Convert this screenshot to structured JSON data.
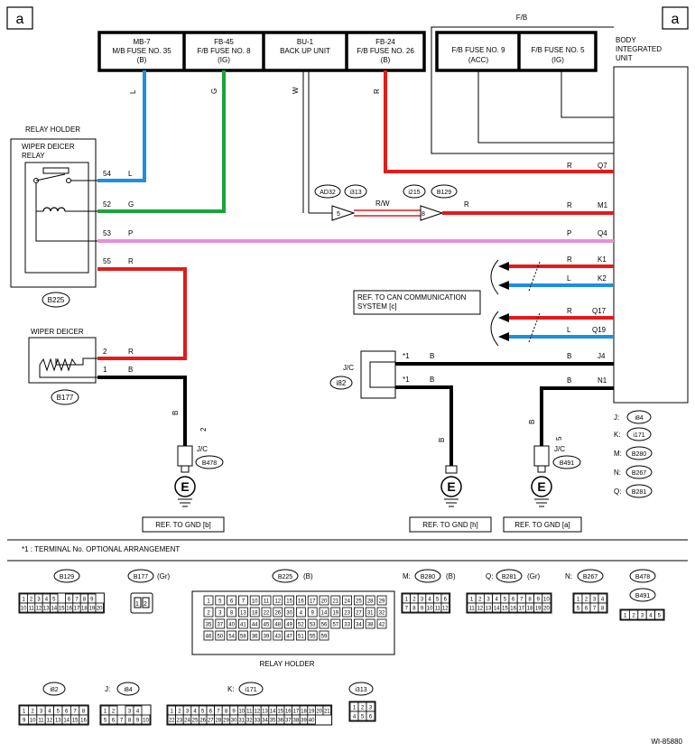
{
  "corner_marker": "a",
  "fuses": [
    {
      "line1": "MB-7",
      "line2": "M/B FUSE NO. 35",
      "line3": "(B)"
    },
    {
      "line1": "FB-45",
      "line2": "F/B FUSE NO. 8",
      "line3": "(IG)"
    },
    {
      "line1": "BU-1",
      "line2": "BACK UP UNIT",
      "line3": ""
    },
    {
      "line1": "FB-24",
      "line2": "F/B FUSE NO. 26",
      "line3": "(B)"
    }
  ],
  "fb_box": {
    "title": "F/B",
    "fuse9": {
      "line1": "F/B FUSE NO. 9",
      "line2": "(ACC)"
    },
    "fuse5": {
      "line1": "F/B FUSE NO. 5",
      "line2": "(IG)"
    }
  },
  "biu": {
    "line1": "BODY",
    "line2": "INTEGRATED",
    "line3": "UNIT"
  },
  "wire_colors": {
    "top_L": "L",
    "top_G": "G",
    "top_W": "W",
    "top_R": "R"
  },
  "relay": {
    "holder_label": "RELAY HOLDER",
    "title1": "WIPER DEICER",
    "title2": "RELAY",
    "connector": "B225",
    "pins": [
      {
        "pin": "54",
        "color": "L"
      },
      {
        "pin": "52",
        "color": "G"
      },
      {
        "pin": "53",
        "color": "P"
      },
      {
        "pin": "55",
        "color": "R"
      }
    ]
  },
  "biu_wires": [
    {
      "color": "R",
      "terminal": "Q7"
    },
    {
      "color": "R",
      "terminal": "M1"
    },
    {
      "color": "P",
      "terminal": "Q4"
    },
    {
      "color": "R",
      "terminal": "K1"
    },
    {
      "color": "L",
      "terminal": "K2"
    },
    {
      "color": "R",
      "terminal": "Q17"
    },
    {
      "color": "L",
      "terminal": "Q19"
    },
    {
      "color": "B",
      "terminal": "J4"
    },
    {
      "color": "B",
      "terminal": "N1"
    }
  ],
  "inline_connectors": [
    {
      "left": "AD32",
      "right": "i313",
      "pin": "5"
    },
    {
      "left": "i215",
      "right": "B129",
      "pin": "8"
    }
  ],
  "rw_label": "R/W",
  "r_label": "R",
  "can_note": {
    "line1": "REF. TO CAN COMMUNICATION",
    "line2": "SYSTEM [c]"
  },
  "wiper_deicer": {
    "title": "WIPER DEICER",
    "connector": "B177",
    "pins": [
      {
        "pin": "2",
        "color": "R"
      },
      {
        "pin": "1",
        "color": "B"
      }
    ]
  },
  "jc_i82": {
    "label": "J/C",
    "id": "i82",
    "star": "*1",
    "wires": [
      {
        "color": "B"
      },
      {
        "color": "B"
      }
    ]
  },
  "grounds": [
    {
      "jc": "J/C",
      "id": "B478",
      "pin": "2",
      "color": "B",
      "ref": "REF. TO GND [b]"
    },
    {
      "jc": "",
      "id": "",
      "pin": "",
      "color": "B",
      "ref": "REF. TO GND [h]"
    },
    {
      "jc": "J/C",
      "id": "B491",
      "pin": "5",
      "color": "B",
      "ref": "REF. TO GND [a]"
    }
  ],
  "ground_symbol": "E",
  "biu_legend": [
    {
      "prefix": "J:",
      "id": "i84"
    },
    {
      "prefix": "K:",
      "id": "i171"
    },
    {
      "prefix": "M:",
      "id": "B280"
    },
    {
      "prefix": "N:",
      "id": "B267"
    },
    {
      "prefix": "Q:",
      "id": "B281"
    }
  ],
  "footnote": "*1  : TERMINAL No. OPTIONAL ARRANGEMENT",
  "connector_views": [
    {
      "prefix": "",
      "id": "B129",
      "suffix": "",
      "rows": [
        [
          "1",
          "2",
          "3",
          "4",
          "5",
          "",
          "6",
          "7",
          "8",
          "9"
        ],
        [
          "10",
          "11",
          "12",
          "13",
          "14",
          "15",
          "16",
          "17",
          "18",
          "19",
          "20"
        ]
      ]
    },
    {
      "prefix": "",
      "id": "B177",
      "suffix": "(Gr)",
      "rows": []
    },
    {
      "prefix": "",
      "id": "B225",
      "suffix": "(B)",
      "rows": []
    },
    {
      "prefix": "M:",
      "id": "B280",
      "suffix": "(B)",
      "rows": [
        [
          "1",
          "2",
          "3",
          "4",
          "5",
          "6"
        ],
        [
          "7",
          "8",
          "9",
          "10",
          "11",
          "12"
        ]
      ]
    },
    {
      "prefix": "Q:",
      "id": "B281",
      "suffix": "(Gr)",
      "rows": [
        [
          "1",
          "2",
          "3",
          "4",
          "5",
          "6",
          "7",
          "8",
          "9",
          "10"
        ],
        [
          "11",
          "12",
          "13",
          "14",
          "15",
          "16",
          "17",
          "18",
          "19",
          "20"
        ]
      ]
    },
    {
      "prefix": "N:",
      "id": "B267",
      "suffix": "",
      "rows": [
        [
          "1",
          "2",
          "3",
          "4"
        ],
        [
          "5",
          "6",
          "7",
          "8"
        ]
      ]
    },
    {
      "prefix": "",
      "id": "B478",
      "suffix": "",
      "rows": []
    },
    {
      "prefix": "",
      "id": "B491",
      "suffix": "",
      "rows": [
        [
          "1",
          "2",
          "3",
          "4",
          "5"
        ]
      ]
    },
    {
      "prefix": "",
      "id": "i82",
      "suffix": "",
      "rows": [
        [
          "1",
          "2",
          "3",
          "4",
          "5",
          "6",
          "7",
          "8"
        ],
        [
          "9",
          "10",
          "11",
          "12",
          "13",
          "14",
          "15",
          "16"
        ]
      ]
    },
    {
      "prefix": "J:",
      "id": "i84",
      "suffix": "",
      "rows": [
        [
          "1",
          "2",
          "",
          "3",
          "4"
        ],
        [
          "5",
          "6",
          "7",
          "8",
          "9",
          "10"
        ]
      ]
    },
    {
      "prefix": "K:",
      "id": "i171",
      "suffix": "",
      "rows": [
        [
          "1",
          "2",
          "3",
          "4",
          "5",
          "6",
          "7",
          "8",
          "9",
          "10",
          "11",
          "12",
          "13",
          "14",
          "15",
          "16",
          "17",
          "18",
          "19",
          "20",
          "21"
        ],
        [
          "22",
          "23",
          "24",
          "25",
          "26",
          "27",
          "28",
          "29",
          "30",
          "31",
          "32",
          "33",
          "34",
          "35",
          "36",
          "37",
          "38",
          "39",
          "40"
        ]
      ]
    },
    {
      "prefix": "",
      "id": "i313",
      "suffix": "",
      "rows": [
        [
          "1",
          "2",
          "3"
        ],
        [
          "4",
          "5",
          "6"
        ]
      ]
    }
  ],
  "b177_pins": [
    "1",
    "2"
  ],
  "b225_pins": [
    "1",
    "5",
    "6",
    "7",
    "10",
    "11",
    "12",
    "15",
    "16",
    "17",
    "20",
    "21",
    "24",
    "25",
    "28",
    "29",
    "2",
    "3",
    "8",
    "13",
    "18",
    "22",
    "26",
    "30",
    "4",
    "9",
    "14",
    "19",
    "23",
    "27",
    "31",
    "32",
    "35",
    "37",
    "40",
    "41",
    "44",
    "45",
    "48",
    "49",
    "52",
    "53",
    "56",
    "57",
    "33",
    "34",
    "38",
    "42",
    "46",
    "50",
    "54",
    "58",
    "36",
    "39",
    "43",
    "47",
    "51",
    "55",
    "59"
  ],
  "relay_holder_caption": "RELAY HOLDER",
  "drawing_id": "WI-85880",
  "colors": {
    "red": "#e31b1b",
    "blue": "#1e8fe0",
    "green": "#1aa43a",
    "pink": "#e88fd8",
    "black": "#000000"
  }
}
